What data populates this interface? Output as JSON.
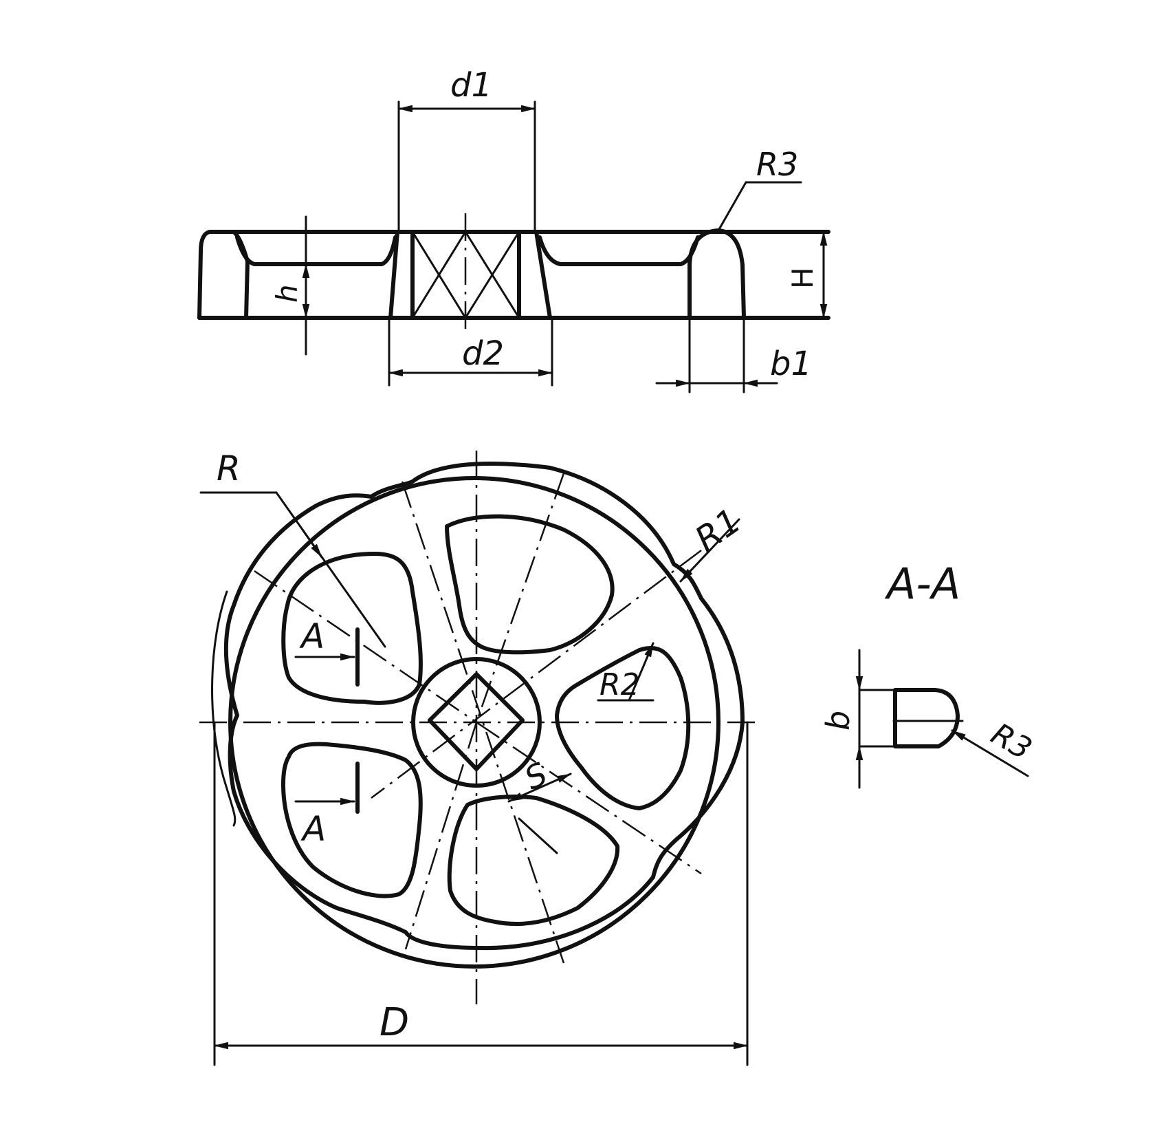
{
  "side_view": {
    "labels": {
      "d1": "d1",
      "d2": "d2",
      "R3": "R3",
      "H": "H",
      "h": "h",
      "b1": "b1"
    }
  },
  "top_view": {
    "labels": {
      "R": "R",
      "R1": "R1",
      "R2": "R2",
      "D": "D",
      "S": "S",
      "A_upper": "A",
      "A_lower": "A"
    }
  },
  "section": {
    "title": "A-A",
    "labels": {
      "b": "b",
      "R3": "R3"
    }
  }
}
